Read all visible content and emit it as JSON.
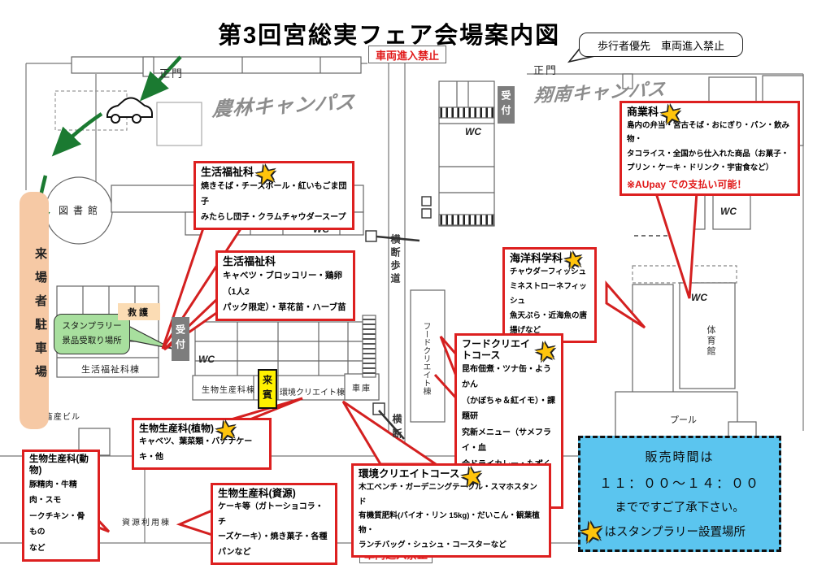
{
  "title": "第3回宮総実フェア会場案内図",
  "signs": {
    "no_entry_top": "車両進入禁止",
    "no_entry_bottom": "車両進入禁止",
    "pedestrian_bubble": "歩行者優先　車両進入禁止"
  },
  "campuses": {
    "left": "農林キャンパス",
    "right": "翔南キャンパス"
  },
  "gates": {
    "left": "正門",
    "right": "正門"
  },
  "places": {
    "parking": "来場者駐車場",
    "library": "図書館",
    "stamp_pickup": "スタンプラリー\n景品受取り場所",
    "first_aid": "救護",
    "reception": "受付",
    "guest": "来賓",
    "wc": "WC",
    "welfare_building": "生活福祉科棟",
    "bio_building": "生物生産科棟",
    "env_building": "環境クリエイト棟",
    "garage": "車庫",
    "food_building": "フードクリエイト棟",
    "resource_building": "資源利用棟",
    "livestock_building": "畜産ビル",
    "gym": "体育館",
    "pool": "プール",
    "crosswalk": "横断歩道",
    "crossing": "横断"
  },
  "callouts": {
    "welfare1": {
      "title": "生活福祉科",
      "body": "焼きそば・チーズボール・紅いもごま団子\nみたらし団子・クラムチャウダースープ"
    },
    "welfare2": {
      "title": "生活福祉科",
      "body": "キャベツ・ブロッコリー・鶏卵（1人2\nパック限定）・草花苗・ハーブ苗"
    },
    "commerce": {
      "title": "商業科",
      "body": "島内の弁当・宮古そば・おにぎり・パン・飲み物・\nタコライス・全国から仕入れた商品（お菓子・\nプリン・ケーキ・ドリンク・宇宙食など）",
      "note": "※AUpay での支払い可能！"
    },
    "marine": {
      "title": "海洋科学科",
      "body": "チャウダーフィッシュ\nミネストローネフィッシュ\n魚天ぷら・近海魚の唐揚げなど"
    },
    "food_course": {
      "title": "フードクリエイトコース",
      "body": "昆布佃煮・ツナ缶・ようかん\n（かぼちゃ＆紅イモ）・課題研\n究新メニュー（サメフライ・血\n合ドライカレー・もずくガト\nーショコラ）など"
    },
    "plant": {
      "title": "生物生産科(植物)",
      "body": "キャベツ、葉菜類・バナナケーキ・他"
    },
    "animal": {
      "title": "生物生産科(動物)",
      "body": "豚精肉・牛精肉・スモ\nークチキン・骨もの\nなど"
    },
    "resource": {
      "title": "生物生産科(資源)",
      "body": "ケーキ等（ガトーショコラ・チ\nーズケーキ）・焼き菓子・各種\nパンなど"
    },
    "env_course": {
      "title": "環境クリエイトコース",
      "body": "木工ベンチ・ガーデニングテーブル・スマホスタンド\n有機質肥料(バイオ・リン 15kg)・だいこん・観葉植物・\nランチバッグ・シュシュ・コースターなど"
    }
  },
  "info_box": {
    "line1": "販売時間は",
    "line2": "１１：００～１４：００",
    "line3": "までですご了承下さい。",
    "line4": "はスタンプラリー設置場所"
  },
  "colors": {
    "callout_border": "#dd2020",
    "note_red": "#e01818",
    "info_box_bg": "#5bc5ef",
    "parking_bg": "#f6c9a5",
    "first_aid_bg": "#fbdcb4",
    "guest_bg": "#fff100",
    "stamp_bubble_bg": "#a8df9e",
    "reception_bg": "#7d7d7d",
    "arrow_green": "#1b7a31",
    "star_gold": "#ffc40c",
    "campus_gray": "#8c8c8c"
  }
}
